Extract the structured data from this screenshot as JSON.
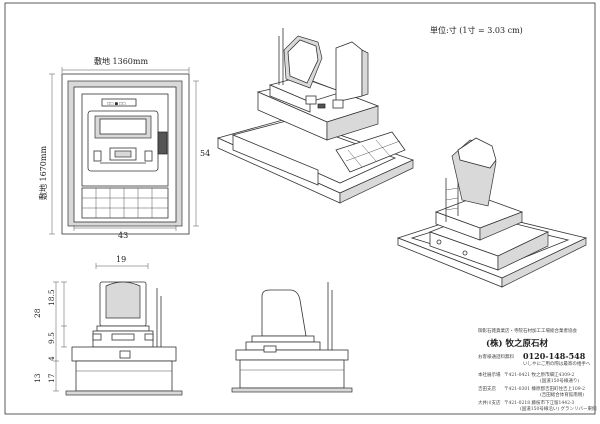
{
  "unit_note": "単位:寸 (1寸 = 3.03 cm)",
  "plan": {
    "width_label": "敷地 1360mm",
    "depth_label": "敷地 1670mm",
    "dim_bottom": "43",
    "dim_right": "54"
  },
  "front": {
    "dim_top": "19",
    "dims_left": [
      "28",
      "18.5",
      "9.5",
      "4",
      "13",
      "17"
    ]
  },
  "title_block": {
    "heading": "御影石雑貨業店・寺院石材加工工場総合業者協会",
    "company": "(株) 牧之原石材",
    "toll_free_label": "お客様通話料無料",
    "phone": "0120-148-548",
    "phone_note": "いしやにご用の際は最寄の相手へ",
    "branches": [
      {
        "name": "本社展示場",
        "detail": "〒421-0421 牧之原市細江4309-2",
        "note": "(国道150号線通り)"
      },
      {
        "name": "吉田支店",
        "detail": "〒421-0301 榛原郡吉田町住吉上109-2",
        "note": "(吉田総合体育館南側)"
      },
      {
        "name": "大井川支店",
        "detail": "〒421-0218 藤枝市下江留1442-3",
        "note": "(国道150号線沿い) グランリバー東側"
      }
    ]
  }
}
